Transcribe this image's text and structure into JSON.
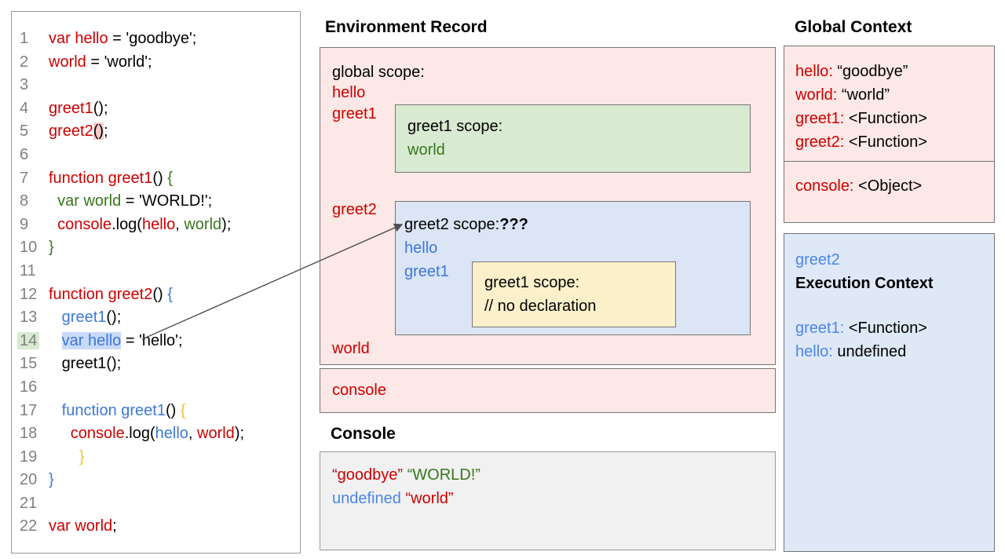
{
  "colors": {
    "red": "#cc0000",
    "green": "#38761d",
    "blue": "#3c78d8",
    "light_blue": "#4a86e8",
    "yellow": "#f1c232",
    "pink_bg": "#fce8e6",
    "green_bg": "#d9ead3",
    "blue_bg": "#dbe5f6",
    "exec_bg": "#dfe8f7",
    "yellow_bg": "#fcf0cb",
    "console_bg": "#f1f1f1",
    "highlight_blue": "#c9daf8",
    "highlight_green": "#d9ead3",
    "highlight_pink": "#f5cccc",
    "border": "#757575"
  },
  "code_panel": {
    "lines": [
      {
        "num": "1",
        "tokens": [
          {
            "t": "var hello",
            "c": "red"
          },
          {
            "t": " = 'goodbye';",
            "c": "ink"
          }
        ]
      },
      {
        "num": "2",
        "tokens": [
          {
            "t": "world",
            "c": "red"
          },
          {
            "t": " = 'world';",
            "c": "ink"
          }
        ]
      },
      {
        "num": "3",
        "tokens": []
      },
      {
        "num": "4",
        "tokens": [
          {
            "t": "greet1",
            "c": "red"
          },
          {
            "t": "();",
            "c": "ink"
          }
        ]
      },
      {
        "num": "5",
        "tokens": [
          {
            "t": "greet2",
            "c": "red"
          },
          {
            "t": "()",
            "c": "ink",
            "hl": "pink"
          },
          {
            "t": ";",
            "c": "ink"
          }
        ]
      },
      {
        "num": "6",
        "tokens": []
      },
      {
        "num": "7",
        "tokens": [
          {
            "t": "function greet1",
            "c": "red"
          },
          {
            "t": "() ",
            "c": "ink"
          },
          {
            "t": "{",
            "c": "green"
          }
        ]
      },
      {
        "num": "8",
        "tokens": [
          {
            "t": "  var world",
            "c": "green"
          },
          {
            "t": " = 'WORLD!';",
            "c": "ink"
          }
        ]
      },
      {
        "num": "9",
        "tokens": [
          {
            "t": "  console",
            "c": "red"
          },
          {
            "t": ".log(",
            "c": "ink"
          },
          {
            "t": "hello",
            "c": "red"
          },
          {
            "t": ", ",
            "c": "ink"
          },
          {
            "t": "world",
            "c": "green"
          },
          {
            "t": ");",
            "c": "ink"
          }
        ]
      },
      {
        "num": "10",
        "tokens": [
          {
            "t": "}",
            "c": "green"
          }
        ]
      },
      {
        "num": "11",
        "tokens": []
      },
      {
        "num": "12",
        "tokens": [
          {
            "t": "function greet2",
            "c": "red"
          },
          {
            "t": "() ",
            "c": "ink"
          },
          {
            "t": "{",
            "c": "blue"
          }
        ]
      },
      {
        "num": "13",
        "tokens": [
          {
            "t": "   greet1",
            "c": "blue"
          },
          {
            "t": "();",
            "c": "ink"
          }
        ]
      },
      {
        "num": "14",
        "num_hl": true,
        "tokens": [
          {
            "t": "   ",
            "c": "ink"
          },
          {
            "t": "var hello",
            "c": "blue",
            "hl": "blue"
          },
          {
            "t": " = 'hello';",
            "c": "ink"
          }
        ]
      },
      {
        "num": "15",
        "tokens": [
          {
            "t": "   greet1();",
            "c": "ink"
          }
        ]
      },
      {
        "num": "16",
        "tokens": []
      },
      {
        "num": "17",
        "tokens": [
          {
            "t": "   function greet1",
            "c": "blue"
          },
          {
            "t": "() ",
            "c": "ink"
          },
          {
            "t": "{",
            "c": "yellow"
          }
        ]
      },
      {
        "num": "18",
        "tokens": [
          {
            "t": "     console",
            "c": "red"
          },
          {
            "t": ".log(",
            "c": "ink"
          },
          {
            "t": "hello",
            "c": "blue"
          },
          {
            "t": ", ",
            "c": "ink"
          },
          {
            "t": "world",
            "c": "red"
          },
          {
            "t": ");",
            "c": "ink"
          }
        ]
      },
      {
        "num": "19",
        "tokens": [
          {
            "t": "       ",
            "c": "ink"
          },
          {
            "t": "}",
            "c": "yellow"
          }
        ]
      },
      {
        "num": "20",
        "tokens": [
          {
            "t": "}",
            "c": "blue"
          }
        ]
      },
      {
        "num": "21",
        "tokens": []
      },
      {
        "num": "22",
        "tokens": [
          {
            "t": "var world",
            "c": "red"
          },
          {
            "t": ";",
            "c": "ink"
          }
        ]
      }
    ]
  },
  "environment_record": {
    "title": "Environment Record",
    "labels": {
      "global_scope": [
        {
          "t": "global scope:",
          "c": "ink"
        }
      ],
      "hello": [
        {
          "t": "hello",
          "c": "red"
        }
      ],
      "greet1": [
        {
          "t": "greet1",
          "c": "red"
        }
      ],
      "greet2": [
        {
          "t": "greet2",
          "c": "red"
        }
      ],
      "world": [
        {
          "t": "world",
          "c": "red"
        }
      ],
      "console": [
        {
          "t": "console",
          "c": "red"
        }
      ]
    },
    "greet1_scope": {
      "lines": [
        [
          {
            "t": "greet1 scope:",
            "c": "ink"
          }
        ],
        [
          {
            "t": "world",
            "c": "green"
          }
        ]
      ]
    },
    "greet2_scope": {
      "lines": [
        [
          {
            "t": "greet2 scope:",
            "c": "ink"
          },
          {
            "t": "???",
            "c": "ink",
            "b": true
          }
        ],
        [
          {
            "t": "hello",
            "c": "blue"
          }
        ],
        [
          {
            "t": "greet1",
            "c": "blue"
          }
        ]
      ]
    },
    "nested_greet1_scope": {
      "lines": [
        [
          {
            "t": "greet1 scope:",
            "c": "ink"
          }
        ],
        [
          {
            "t": "// no declaration",
            "c": "ink"
          }
        ]
      ]
    }
  },
  "console": {
    "title": "Console",
    "lines": [
      [
        {
          "t": "“goodbye”",
          "c": "red"
        },
        {
          "t": " ",
          "c": "ink"
        },
        {
          "t": "“WORLD!”",
          "c": "green"
        }
      ],
      [
        {
          "t": "undefined",
          "c": "lblue"
        },
        {
          "t": " ",
          "c": "ink"
        },
        {
          "t": "“world”",
          "c": "red"
        }
      ]
    ]
  },
  "global_context": {
    "title": "Global Context",
    "entries": [
      [
        {
          "t": "hello:",
          "c": "red"
        },
        {
          "t": " “goodbye”",
          "c": "ink"
        }
      ],
      [
        {
          "t": "world:",
          "c": "red"
        },
        {
          "t": " “world”",
          "c": "ink"
        }
      ],
      [
        {
          "t": "greet1:",
          "c": "red"
        },
        {
          "t": " <Function>",
          "c": "ink"
        }
      ],
      [
        {
          "t": "greet2:",
          "c": "red"
        },
        {
          "t": " <Function>",
          "c": "ink"
        }
      ]
    ],
    "object_entries": [
      [
        {
          "t": "console:",
          "c": "red"
        },
        {
          "t": " <Object>",
          "c": "ink"
        }
      ]
    ]
  },
  "execution_context": {
    "fn_label": [
      {
        "t": "greet2",
        "c": "lblue"
      }
    ],
    "heading": "Execution Context",
    "entries": [
      [
        {
          "t": "greet1:",
          "c": "lblue"
        },
        {
          "t": " <Function>",
          "c": "ink"
        }
      ],
      [
        {
          "t": "hello:",
          "c": "lblue"
        },
        {
          "t": " undefined",
          "c": "ink"
        }
      ]
    ]
  }
}
